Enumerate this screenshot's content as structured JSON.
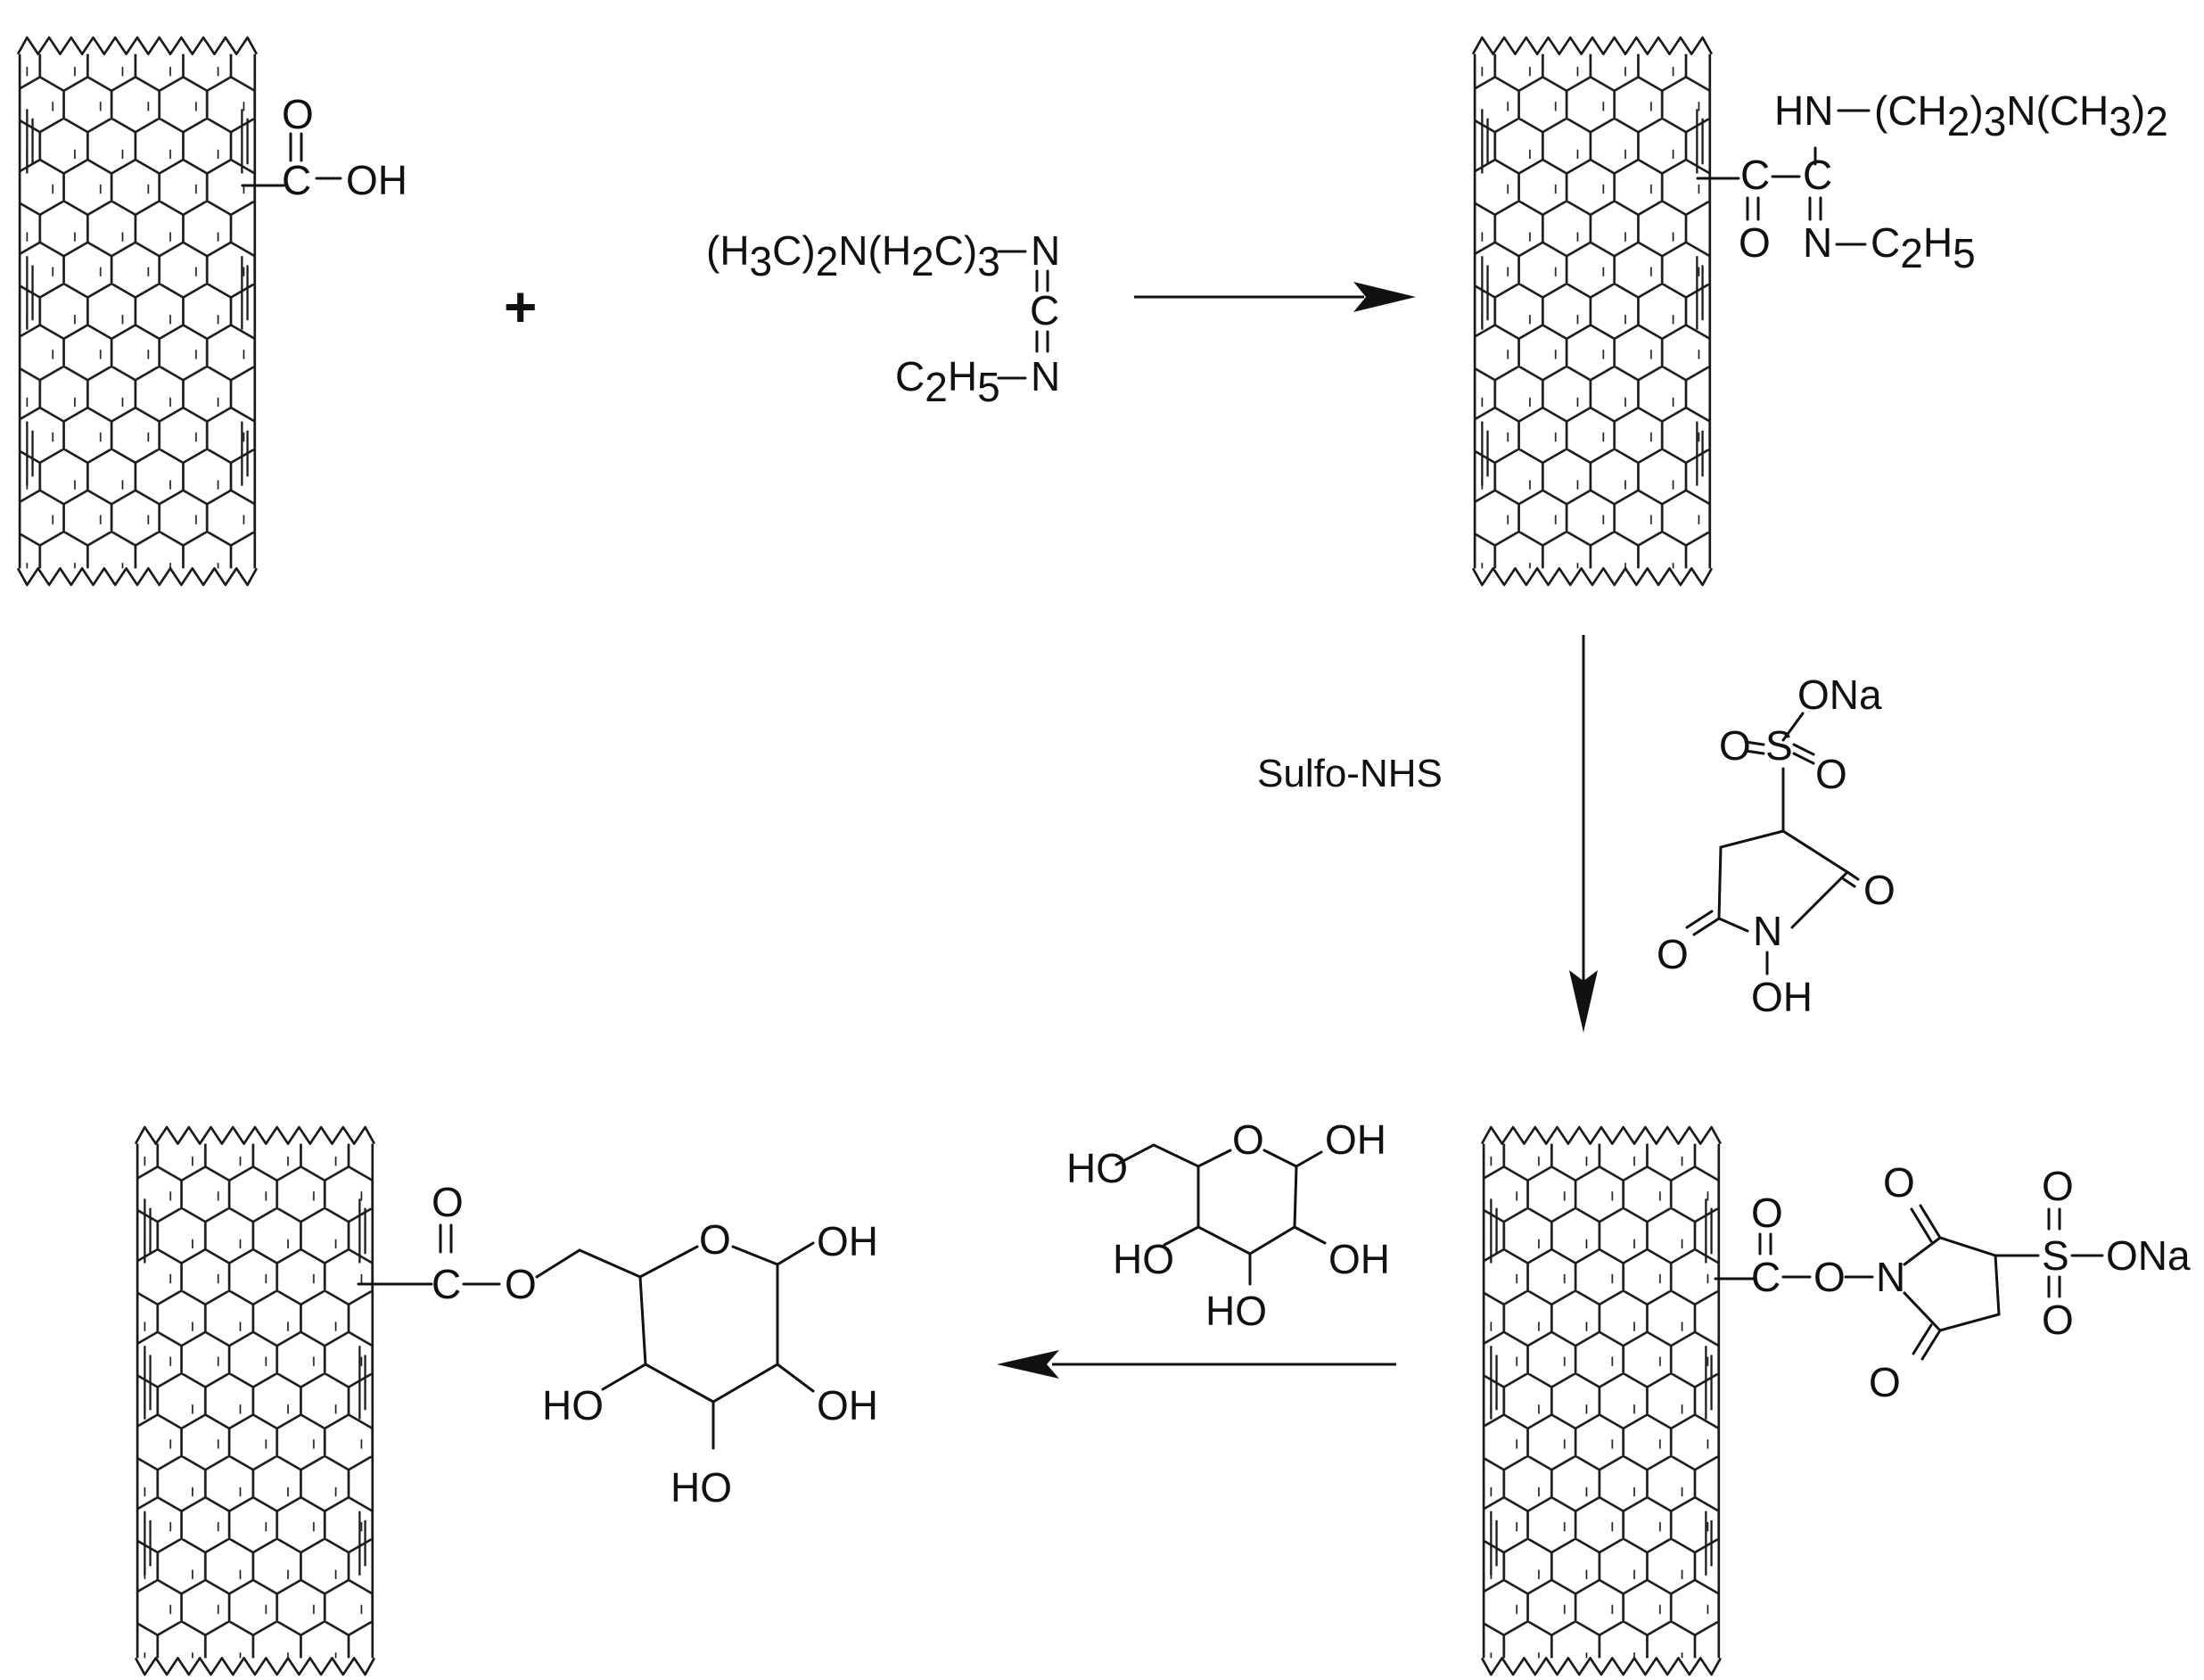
{
  "colors": {
    "ink": "#111111",
    "background": "#ffffff"
  },
  "icons": [
    "nanotube-icon",
    "reaction-arrow-icon",
    "plus-icon"
  ],
  "scheme": {
    "plus": "+",
    "condition_label": "Sulfo-NHS",
    "cooh": {
      "o": "O",
      "c": "C",
      "oh": "OH"
    },
    "edc": {
      "n_top": "N",
      "c": "C",
      "n_bottom": "N"
    },
    "intermediate": {
      "c_carbonyl": "C",
      "o": "O",
      "c": "C",
      "hn": "HN",
      "n": "N"
    },
    "sulfo_nhs": {
      "ona": "ONa",
      "o_left": "O",
      "s": "S",
      "o_right": "O",
      "o_ring_right": "O",
      "n": "N",
      "o_ring_left": "O",
      "oh": "OH"
    },
    "nhs_ester": {
      "o_top": "O",
      "c": "C",
      "o_link": "O",
      "n": "N",
      "o_ring_top": "O",
      "o_ring_bottom": "O",
      "s": "S",
      "so_top": "O",
      "so_bottom": "O",
      "ona": "ONa"
    },
    "glucose": {
      "ho_ch2": "HO",
      "ring_o": "O",
      "oh_anomeric": "OH",
      "ho_c4": "HO",
      "oh_c2": "OH",
      "ho_c3": "HO"
    },
    "product": {
      "o_top": "O",
      "c": "C",
      "o_link": "O",
      "ring_o": "O",
      "oh_anomeric": "OH",
      "ho_c4": "HO",
      "oh_c2": "OH",
      "ho_c3": "HO"
    }
  }
}
